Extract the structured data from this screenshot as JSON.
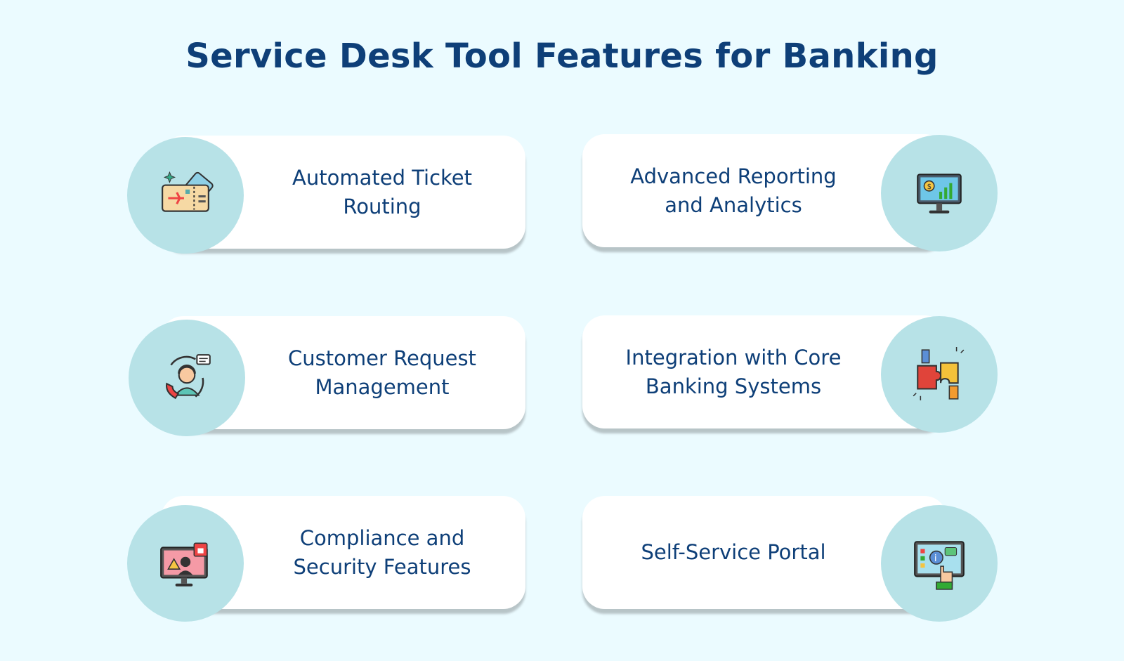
{
  "title": "Service Desk Tool Features for Banking",
  "features": [
    {
      "label": "Automated Ticket\nRouting",
      "icon": "ticket-icon"
    },
    {
      "label": "Advanced Reporting\nand Analytics",
      "icon": "analytics-monitor-icon"
    },
    {
      "label": "Customer Request\nManagement",
      "icon": "customer-support-icon"
    },
    {
      "label": "Integration with Core\nBanking Systems",
      "icon": "puzzle-integration-icon"
    },
    {
      "label": "Compliance and\nSecurity Features",
      "icon": "security-alert-monitor-icon"
    },
    {
      "label": "Self-Service Portal",
      "icon": "self-service-touch-icon"
    }
  ],
  "colors": {
    "background": "#ebfbff",
    "title": "#0e3f78",
    "card": "#ffffff",
    "circle": "#b7e2e7"
  }
}
